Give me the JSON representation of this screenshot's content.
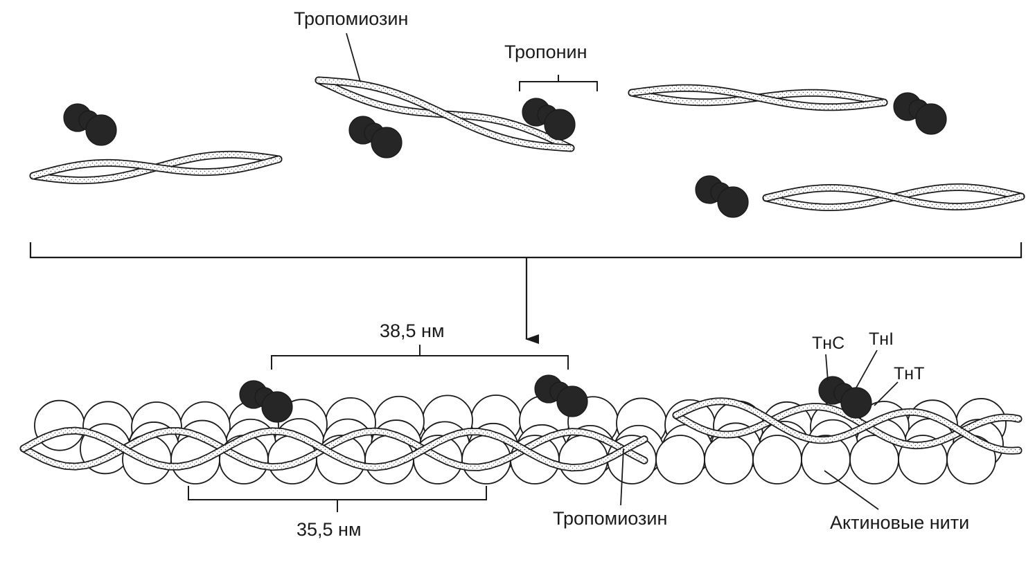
{
  "labels": {
    "tropomyosin_top": "Тропомиозин",
    "troponin": "Тропонин",
    "dim_385": "38,5 нм",
    "dim_355": "35,5 нм",
    "tropomyosin_bottom": "Тропомиозин",
    "actin_filaments": "Актиновые нити",
    "tnc": "ТнC",
    "tni": "ТнI",
    "tnt": "ТнT"
  },
  "colors": {
    "ink": "#1a1a1a",
    "troponin_fill": "#262626",
    "actin_fill": "#ffffff",
    "strand_dots": "#555555"
  }
}
